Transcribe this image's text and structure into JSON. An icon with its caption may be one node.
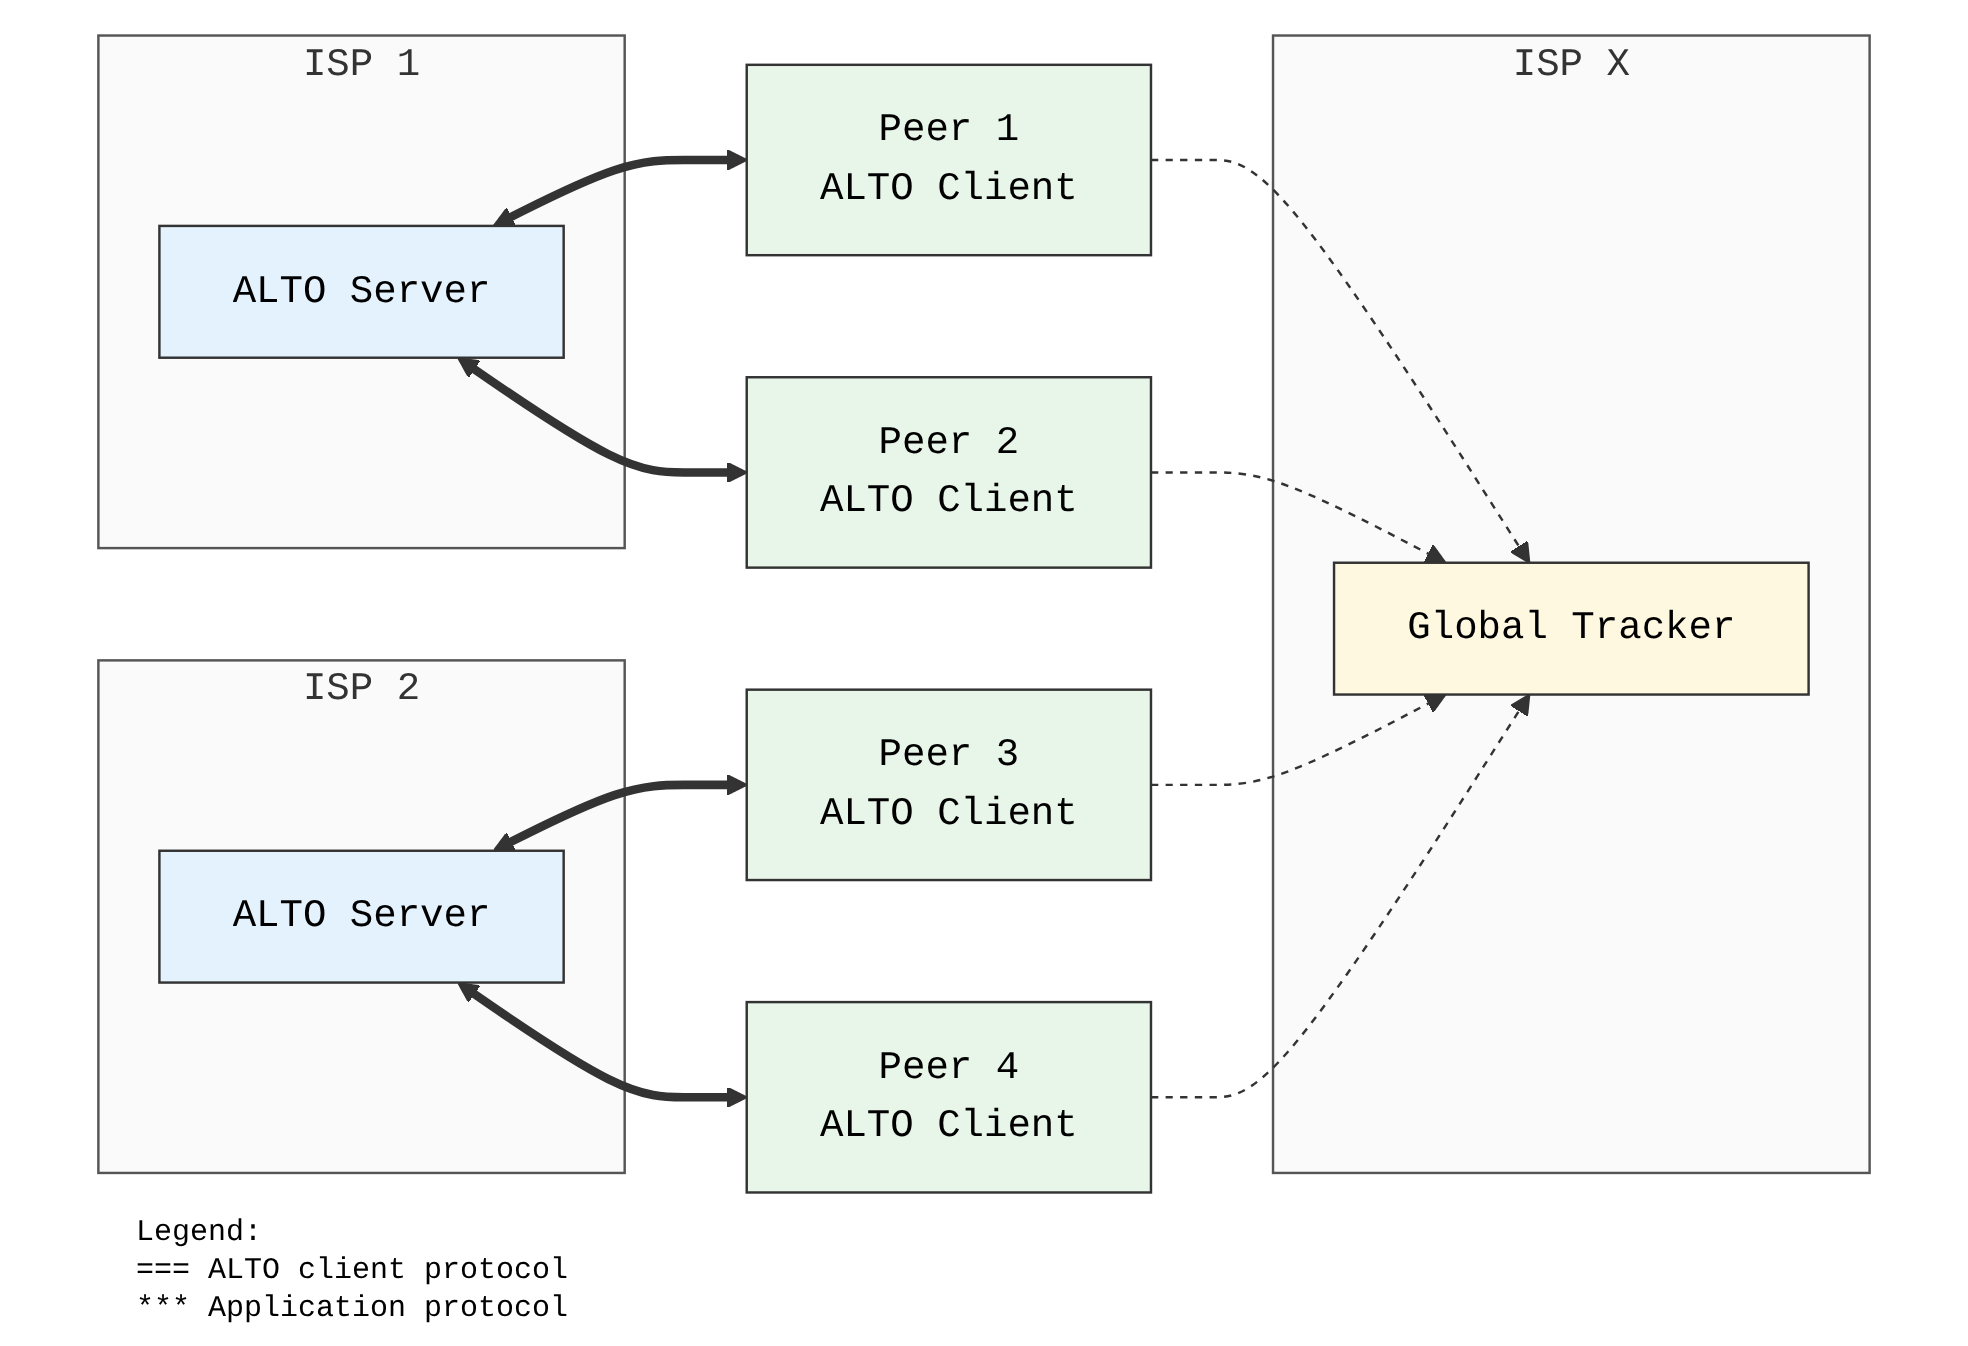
{
  "diagram": {
    "nodes": [
      {
        "text": [
          "ISP X"
        ]
      },
      {
        "text": [
          "Global Tracker"
        ],
        "in": 0
      },
      {
        "text": [
          "ISP 1"
        ]
      },
      {
        "text": [
          "ALTO Server"
        ],
        "in": 2
      },
      {
        "text": [
          "ISP 2"
        ]
      },
      {
        "text": [
          "ALTO Server"
        ],
        "in": 4
      },
      {
        "text": [
          "Peer 1",
          "ALTO Client"
        ]
      },
      {
        "text": [
          "Peer 2",
          "ALTO Client"
        ]
      },
      {
        "text": [
          "Peer 3",
          "ALTO Client"
        ]
      },
      {
        "text": [
          "Peer 4",
          "ALTO Client"
        ]
      }
    ],
    "edges": [
      {
        "from": 3,
        "to": 6,
        "arrow": "both",
        "style": "thick"
      },
      {
        "from": 3,
        "to": 7,
        "arrow": "both",
        "style": "thick"
      },
      {
        "from": 5,
        "to": 8,
        "arrow": "both",
        "style": "thick"
      },
      {
        "from": 5,
        "to": 9,
        "arrow": "both",
        "style": "thick"
      },
      {
        "from": 6,
        "to": 1,
        "arrow": "to",
        "style": "dashed"
      },
      {
        "from": 7,
        "to": 1,
        "arrow": "to",
        "style": "dashed"
      },
      {
        "from": 8,
        "to": 1,
        "arrow": "to",
        "style": "dashed"
      },
      {
        "from": 9,
        "to": 1,
        "arrow": "to",
        "style": "dashed"
      }
    ],
    "labels": [
      "Legend:"
    ],
    "legend": [
      {
        "text": "=== ALTO client protocol"
      },
      {
        "text": "*** Application protocol"
      }
    ]
  }
}
